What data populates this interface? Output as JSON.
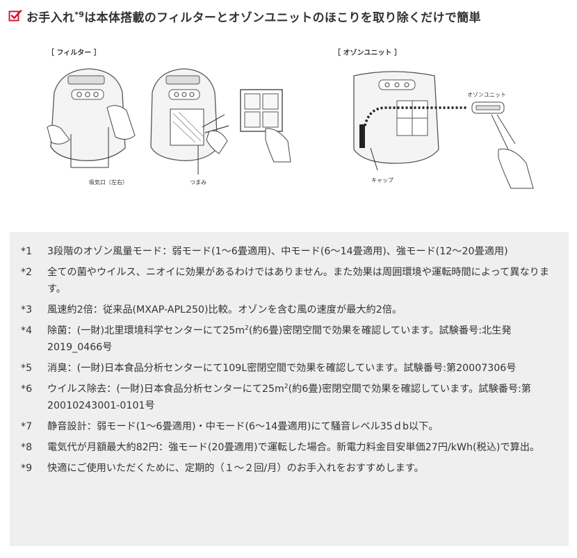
{
  "header": {
    "title_part1": "お手入れ",
    "title_sup": "*9",
    "title_part2": "は本体搭載のフィルターとオゾンユニットのほこりを取り除くだけで簡単",
    "icon": "check-box-icon",
    "icon_color": "#d0183c"
  },
  "illustrations": {
    "filter_label": "［ フィルター ］",
    "ozone_label": "［ オゾンユニット ］",
    "intake_label": "吸気口（左右）",
    "knob_label": "つまみ",
    "cap_label": "キャップ",
    "ozone_unit_label": "オゾンユニット"
  },
  "notes": [
    {
      "no": "*1",
      "text": "3段階のオゾン風量モード：弱モード(1～6畳適用)、中モード(6～14畳適用)、強モード(12～20畳適用)"
    },
    {
      "no": "*2",
      "text": "全ての菌やウイルス、ニオイに効果があるわけではありません。また効果は周囲環境や運転時間によって異なります。"
    },
    {
      "no": "*3",
      "text": "風速約2倍：従来品(MXAP-APL250)比較。オゾンを含む風の速度が最大約2倍。"
    },
    {
      "no": "*4",
      "text_a": "除菌：(一財)北里環境科学センターにて25m",
      "sup": "2",
      "text_b": "(約6畳)密閉空間で効果を確認しています。試験番号:北生発2019_0466号"
    },
    {
      "no": "*5",
      "text": "消臭：(一財)日本食品分析センターにて109L密閉空間で効果を確認しています。試験番号:第20007306号"
    },
    {
      "no": "*6",
      "text_a": "ウイルス除去：(一財)日本食品分析センターにて25m",
      "sup": "2",
      "text_b": "(約6畳)密閉空間で効果を確認しています。試験番号:第20010243001-0101号"
    },
    {
      "no": "*7",
      "text": "静音設計：弱モード(1～6畳適用)・中モード(6～14畳適用)にて騒音レベル35ｄb以下。"
    },
    {
      "no": "*8",
      "text": "電気代が月額最大約82円：強モード(20畳適用)で運転した場合。新電力料金目安単価27円/kWh(税込)で算出。"
    },
    {
      "no": "*9",
      "text": "快適にご使用いただくために、定期的（１～２回/月）のお手入れをおすすめします。"
    }
  ]
}
